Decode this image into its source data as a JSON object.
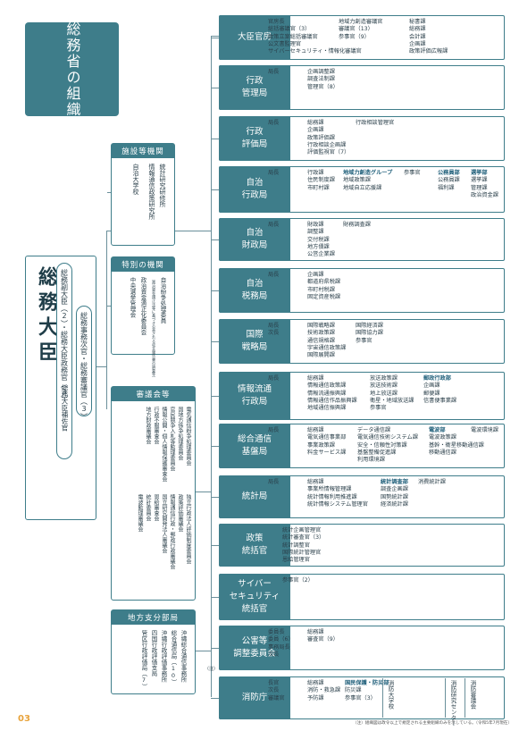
{
  "title": "総務省の組織",
  "minister": "総務大臣",
  "politicals": {
    "deputy": "総務副大臣（2）",
    "parl_vice": "総務大臣政務官（3）",
    "aide": "総務大臣補佐官",
    "vice_minister": "総務事務次官",
    "vice_deliberation": "総務審議官（3）"
  },
  "left_boxes": {
    "facilities": {
      "title": "施設等機関",
      "items": [
        "統計研究研修所",
        "情報通信政策研究所",
        "自治大学校"
      ]
    },
    "special": {
      "title": "特別の機関",
      "items": [
        "自治紛争処理委員",
        "（政治資金規正法等に基づき公表される収支報告書の調査等）",
        "政治資金適正化委員会",
        "中央選挙管理会"
      ]
    },
    "councils": {
      "title": "審議会等",
      "items": [
        "電気通信紛争処理委員会",
        "国地方係争処理委員会",
        "官民競争入札等監理委員会",
        "情報公開・個人情報保護審査会",
        "行政不服審査会",
        "地方財政審議会",
        "恩給審査会",
        "統計委員会",
        "電波監理審議会",
        "独立行政法人評価制度委員会",
        "政策評価審議会",
        "情報通信行政・郵政行政審議会",
        "国立研究開発法人審議会"
      ]
    },
    "regional": {
      "title": "地方支分部局",
      "items": [
        "管区行政評価局（7）",
        "四国行政評価支局",
        "沖縄行政評価事務所",
        "総合通信局（10）",
        "沖縄総合通信事務所"
      ]
    }
  },
  "other_label": "（注）",
  "bureaus": [
    {
      "name": "大臣官房",
      "cols": [
        [
          "官房長",
          "総括審議官（3）",
          "政策立案総括審議官",
          "公文書監理官",
          "サイバーセキュリティ・情報化審議官"
        ],
        [
          "地域力創造審議官",
          "審議官（13）",
          "参事官（9）"
        ],
        [
          "秘書課",
          "総務課",
          "会計課",
          "企画課",
          "政策評価広報課"
        ]
      ]
    },
    {
      "name": "行政\n管理局",
      "cols": [
        [
          "局長"
        ],
        [
          "企画調整課",
          "調査法制課",
          "管理官（8）"
        ]
      ]
    },
    {
      "name": "行政\n評価局",
      "cols": [
        [
          "局長"
        ],
        [
          "総務課",
          "企画課",
          "政策評価課",
          "行政相談企画課",
          "評価監視官（7）"
        ],
        [
          "行政相談管理官"
        ]
      ]
    },
    {
      "name": "自治\n行政局",
      "cols": [
        [
          "局長"
        ],
        [
          "行政課",
          "住民制度課",
          "市町村課"
        ],
        [
          "地域力創造グループ",
          "地域政策課",
          "地域自立応援課"
        ],
        [
          "参事官"
        ],
        [
          "公務員部",
          "公務員課",
          "福利課"
        ],
        [
          "選挙部",
          "選挙課",
          "管理課",
          "政治資金課"
        ]
      ]
    },
    {
      "name": "自治\n財政局",
      "cols": [
        [
          "局長"
        ],
        [
          "財政課",
          "調整課",
          "交付税課",
          "地方債課",
          "公営企業課"
        ],
        [
          "財務調査課"
        ]
      ]
    },
    {
      "name": "自治\n税務局",
      "cols": [
        [
          "局長"
        ],
        [
          "企画課",
          "都道府県税課",
          "市町村税課",
          "固定資産税課"
        ]
      ]
    },
    {
      "name": "国際\n戦略局",
      "cols": [
        [
          "局長",
          "次長"
        ],
        [
          "国際戦略課",
          "技術政策課",
          "通信規格課",
          "宇宙通信政策課",
          "国際展開課"
        ],
        [
          "国際経済課",
          "国際協力課",
          "参事官"
        ]
      ]
    },
    {
      "name": "情報流通\n行政局",
      "cols": [
        [
          "局長"
        ],
        [
          "総務課",
          "情報通信政策課",
          "情報流通振興課",
          "情報通信作品振興課",
          "地域通信振興課"
        ],
        [
          "放送政策課",
          "放送技術課",
          "地上放送課",
          "衛星・地域放送課",
          "参事官"
        ],
        [
          "郵政行政部",
          "企画課",
          "郵便課",
          "信書便事業課"
        ]
      ]
    },
    {
      "name": "総合通信\n基盤局",
      "cols": [
        [
          "局長"
        ],
        [
          "総務課",
          "電気通信事業部",
          "事業政策課",
          "料金サービス課"
        ],
        [
          "データ通信課",
          "電気通信技術システム課",
          "安全・信頼性対策課",
          "基盤整備促進課",
          "利用環境課"
        ],
        [
          "電波部",
          "電波政策課",
          "基幹・衛星移動通信課",
          "移動通信課"
        ],
        [
          "電波環境課"
        ]
      ]
    },
    {
      "name": "統計局",
      "cols": [
        [
          "局長"
        ],
        [
          "総務課",
          "事業所情報管理課",
          "統計情報利用推進課",
          "統計情報システム管理官"
        ],
        [
          "統計調査部",
          "調査企画課",
          "国勢統計課",
          "経済統計課"
        ],
        [
          "消費統計課"
        ]
      ]
    },
    {
      "name": "政策\n統括官",
      "cols": [
        [
          "統計企画管理官",
          "統計審査官（3）",
          "統計調整官",
          "国際統計管理官",
          "恩給管理官"
        ]
      ]
    },
    {
      "name": "サイバー\nセキュリティ\n統括官",
      "cols": [
        [
          "参事官（2）"
        ]
      ]
    },
    {
      "name": "公害等\n調整委員会",
      "cols": [
        [
          "委員長",
          "委員（6）",
          "事務局長",
          "次長"
        ],
        [
          "総務課",
          "審査官（9）"
        ]
      ]
    },
    {
      "name": "消防庁",
      "cols": [
        [
          "長官",
          "次長",
          "審議官"
        ],
        [
          "総務課",
          "消防・救急課",
          "予防課"
        ],
        [
          "国民保護・防災部",
          "防災課",
          "参事官（3）"
        ],
        [
          "消防大学校"
        ],
        [
          "消防研究センター"
        ],
        [
          "消防審議会"
        ]
      ]
    }
  ],
  "footnote": "（注）組織図は政令以上で規定される主要組織のみを示している。（令和5年7月現在）",
  "page_number": "03"
}
